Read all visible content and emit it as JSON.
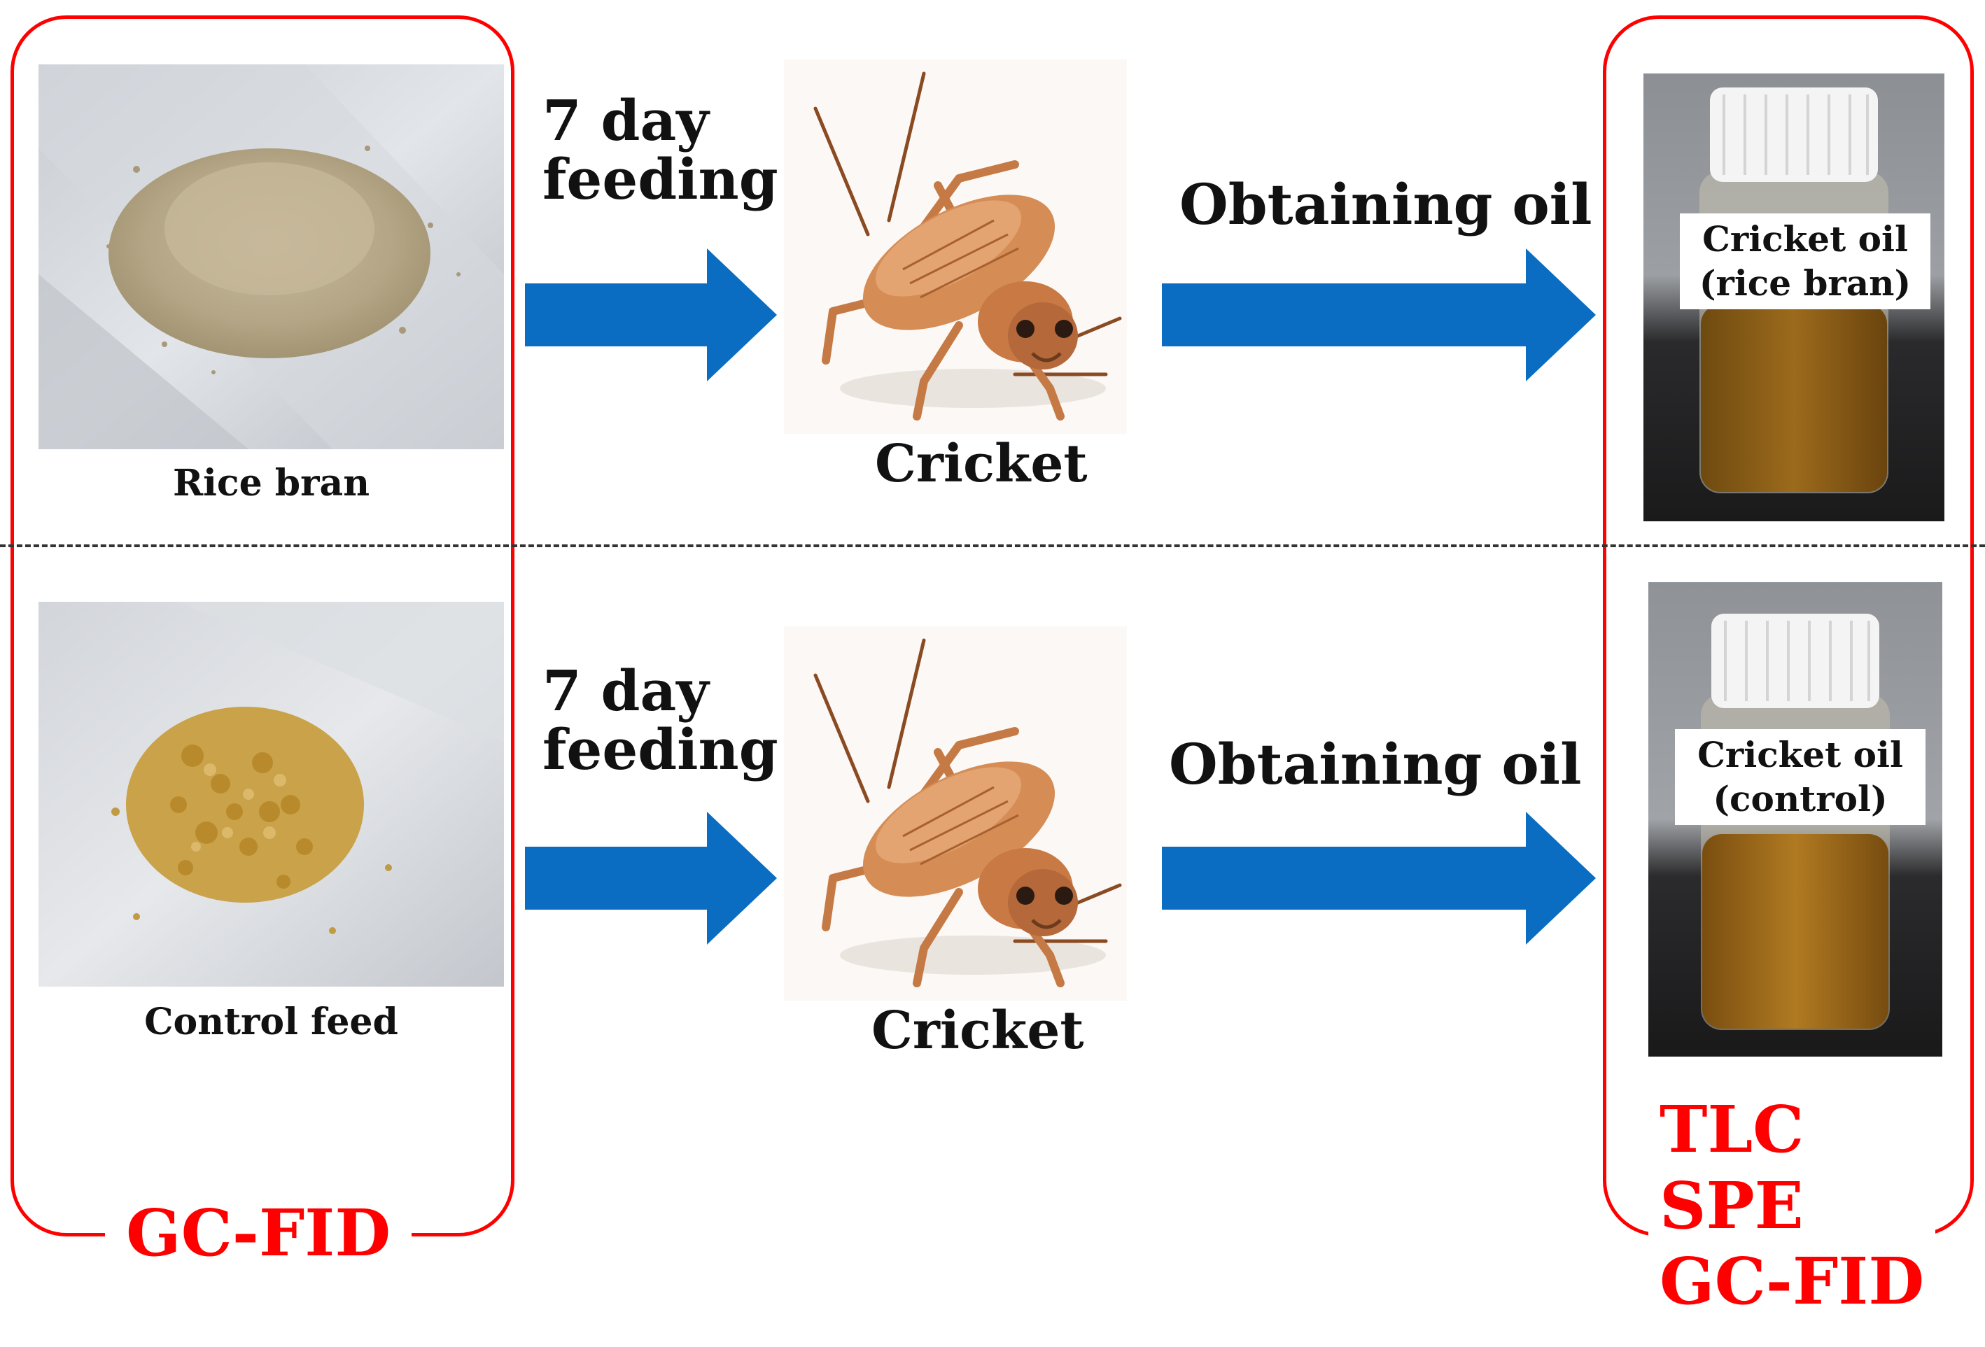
{
  "rows": [
    {
      "feed_label": "Rice bran",
      "step1": [
        "7 day",
        "feeding"
      ],
      "animal_label": "Cricket",
      "step2": "Obtaining oil",
      "oil_label": [
        "Cricket oil",
        "(rice bran)"
      ]
    },
    {
      "feed_label": "Control feed",
      "step1": [
        "7 day",
        "feeding"
      ],
      "animal_label": "Cricket",
      "step2": "Obtaining oil",
      "oil_label": [
        "Cricket oil",
        "(control)"
      ]
    }
  ],
  "left_method": "GC-FID",
  "right_methods": [
    "TLC",
    "SPE",
    "GC-FID"
  ],
  "colors": {
    "frame": "#ff0000",
    "arrow": "#0a6dc2",
    "text": "#111111",
    "method_text": "#ff0000"
  },
  "icons": [
    "powder-pile-icon",
    "cricket-icon",
    "oil-vial-icon",
    "arrow-right-icon"
  ]
}
